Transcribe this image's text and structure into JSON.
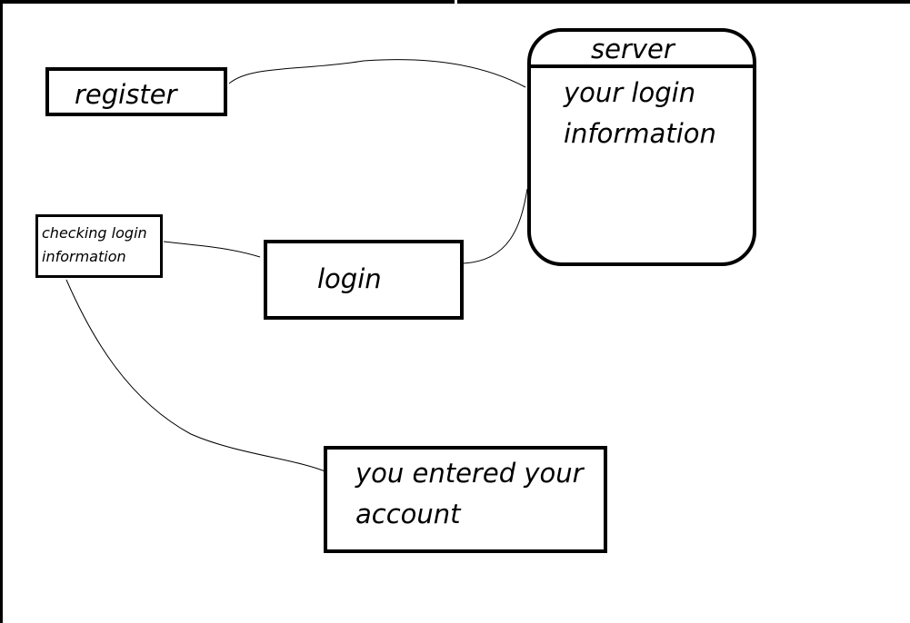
{
  "diagram": {
    "nodes": {
      "register": "register",
      "checking": [
        "checking login",
        "information"
      ],
      "login": "login",
      "account": [
        "you entered your",
        "account"
      ],
      "server": {
        "title": "server",
        "body": [
          "your login",
          "information"
        ]
      }
    }
  }
}
